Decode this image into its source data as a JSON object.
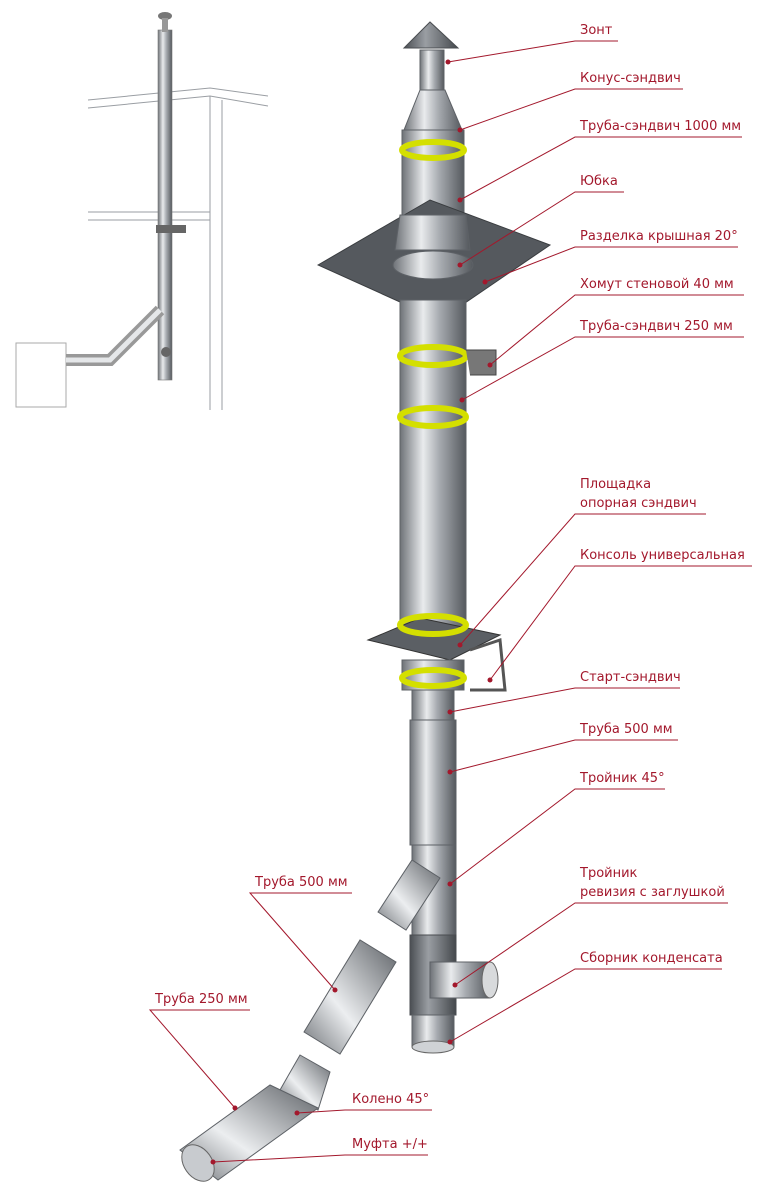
{
  "labels": {
    "umbrella": "Зонт",
    "cone_sandwich": "Конус-сэндвич",
    "sandwich_pipe_1000": "Труба-сэндвич 1000 мм",
    "skirt": "Юбка",
    "roof_cutting": "Разделка крышная 20°",
    "wall_clamp": "Хомут стеновой 40 мм",
    "sandwich_pipe_250": "Труба-сэндвич 250 мм",
    "support_platform_line1": "Площадка",
    "support_platform_line2": "опорная сэндвич",
    "universal_console": "Консоль универсальная",
    "start_sandwich": "Старт-сэндвич",
    "pipe_500_right": "Труба 500 мм",
    "tee_45": "Тройник 45°",
    "tee_revision_line1": "Тройник",
    "tee_revision_line2": "ревизия с заглушкой",
    "condensate_collector": "Сборник конденсата",
    "pipe_500_left": "Труба 500 мм",
    "pipe_250": "Труба 250 мм",
    "elbow_45": "Колено 45°",
    "coupling": "Муфта +/+"
  },
  "colors": {
    "label": "#a3182c",
    "insulation_band": "#d4df00",
    "metal": "#b9bcc0"
  }
}
